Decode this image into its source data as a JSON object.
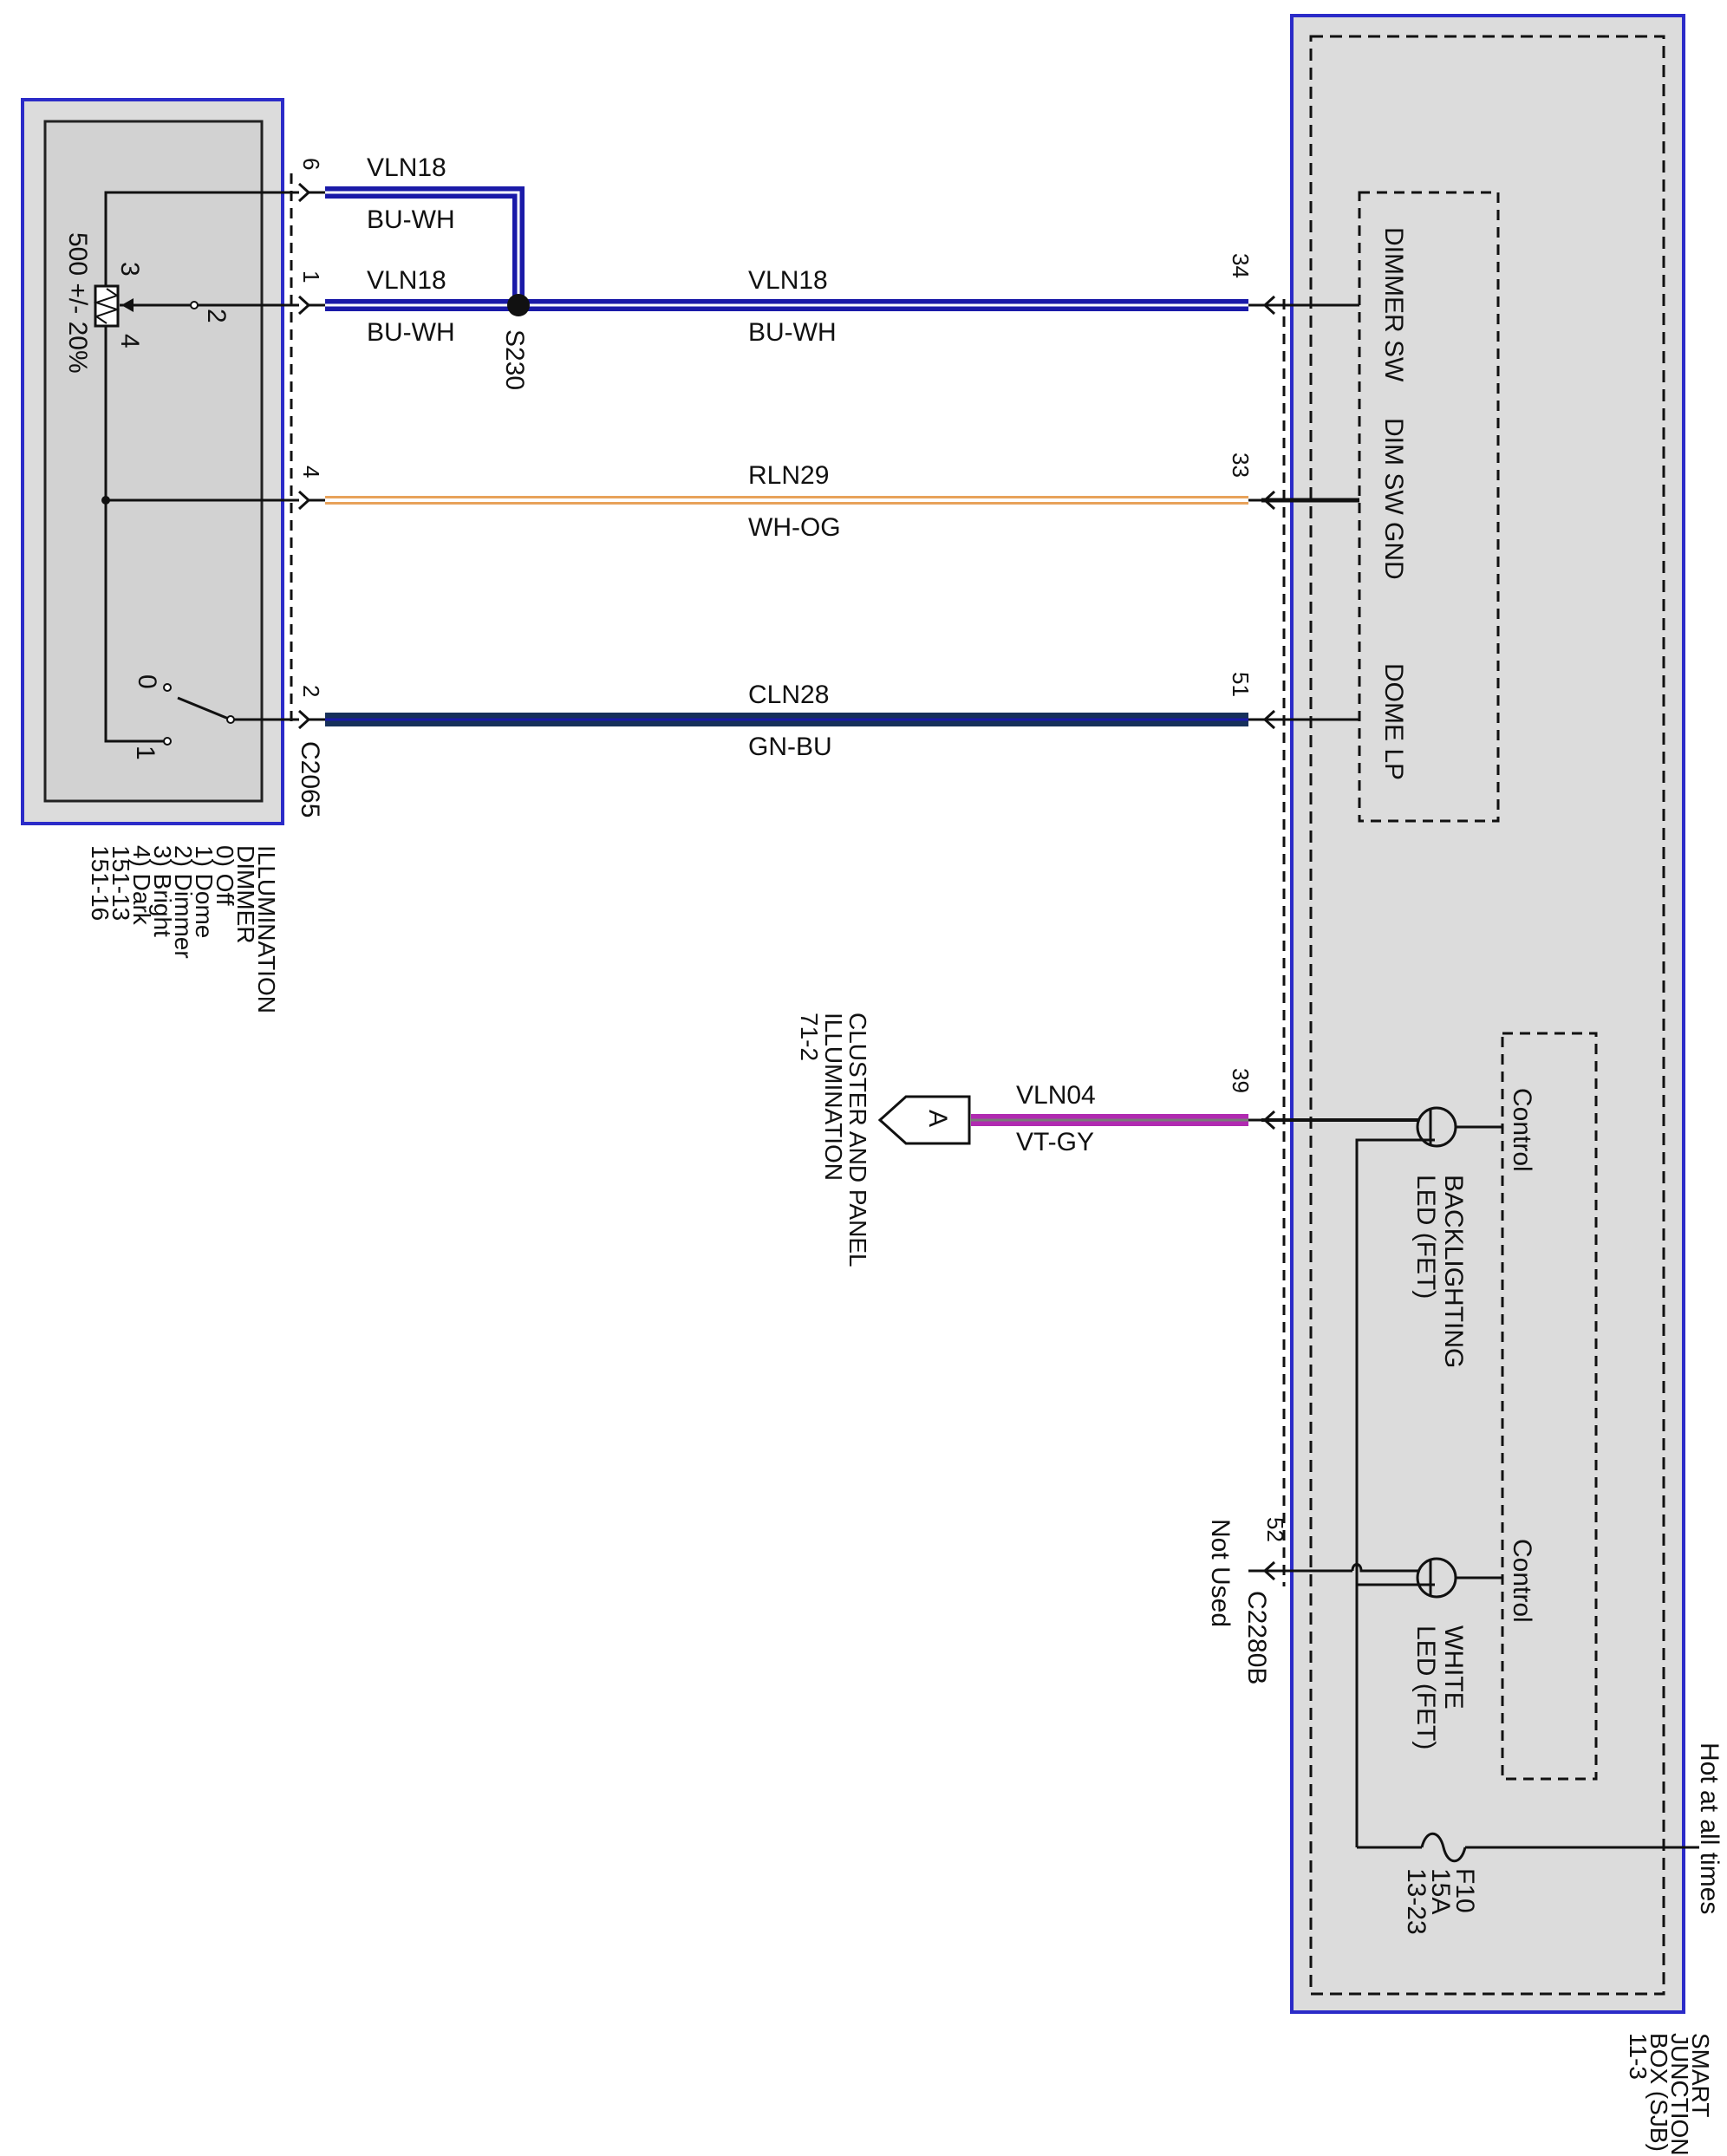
{
  "colors": {
    "blue_outline": "#2b2bc8",
    "panel_fill": "#d9d9d9",
    "wire_blue": "#1a1aa8",
    "wire_white": "#ffffff",
    "wire_orange": "#e8a25a",
    "wire_green": "#16305a",
    "wire_violet": "#b02ab0",
    "wire_gray": "#7a7a7a",
    "ink": "#111111"
  },
  "dimmer": {
    "connector": "C2065",
    "resistor_label": "500 +/- 20%",
    "pot_pins": {
      "p3": "3",
      "p4": "4",
      "wiper": "2"
    },
    "switch_pos": {
      "off": "0",
      "dome": "1"
    },
    "title_lines": [
      "ILLUMINATION",
      "DIMMER",
      "0) Off",
      "1) Dome",
      "2) Dimmer",
      "3) Bright",
      "4) Dark",
      "151-13",
      "151-16"
    ]
  },
  "wires": [
    {
      "id": "w6",
      "pin": "6",
      "circuit": "VLN18",
      "color": "BU-WH"
    },
    {
      "id": "w1",
      "pin": "1",
      "circuit": "VLN18",
      "color": "BU-WH",
      "splice": "S230"
    },
    {
      "id": "wmain",
      "pin": "34",
      "circuit": "VLN18",
      "color": "BU-WH"
    },
    {
      "id": "w4",
      "pin": "4",
      "far_pin": "33",
      "circuit": "RLN29",
      "color": "WH-OG"
    },
    {
      "id": "w2",
      "pin": "2",
      "far_pin": "51",
      "circuit": "CLN28",
      "color": "GN-BU"
    },
    {
      "id": "w39",
      "pin": "39",
      "circuit": "VLN04",
      "color": "VT-GY"
    }
  ],
  "sjb": {
    "title_lines": [
      "SMART",
      "JUNCTION",
      "BOX (SJB)",
      "11-3"
    ],
    "connector": "C2280B",
    "inputs": [
      "DIMMER SW",
      "DIM SW GND",
      "DOME LP"
    ],
    "control_label": "Control",
    "backlight_lines": [
      "BACKLIGHTING",
      "LED (FET)"
    ],
    "white_led_lines": [
      "WHITE",
      "LED (FET)"
    ],
    "fuse_lines": [
      "F10",
      "15A",
      "13-23"
    ],
    "hot_label": "Hot at all times",
    "pin52": "52",
    "not_used": "Not Used"
  },
  "cluster": {
    "connector_letter": "A",
    "title_lines": [
      "CLUSTER AND PANEL",
      "ILLUMINATION",
      "71-2"
    ]
  }
}
